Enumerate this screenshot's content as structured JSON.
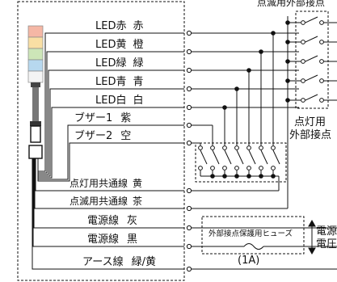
{
  "header": {
    "blink_contacts_label": "点滅用外部接点"
  },
  "wires": [
    {
      "name": "LED赤",
      "color": "赤"
    },
    {
      "name": "LED黄",
      "color": "橙"
    },
    {
      "name": "LED緑",
      "color": "緑"
    },
    {
      "name": "LED青",
      "color": "青"
    },
    {
      "name": "LED白",
      "color": "白"
    },
    {
      "name": "ブザー1",
      "color": "紫"
    },
    {
      "name": "ブザー2",
      "color": "空"
    }
  ],
  "common": [
    {
      "name": "点灯用共通線",
      "color": "黄"
    },
    {
      "name": "点滅用共通線",
      "color": "茶"
    }
  ],
  "power": [
    {
      "name": "電源線",
      "color": "灰"
    },
    {
      "name": "電源線",
      "color": "黒"
    },
    {
      "name": "アース線",
      "color": "緑/黄"
    }
  ],
  "lighting_contacts_label_line1": "点灯用",
  "lighting_contacts_label_line2": "外部接点",
  "fuse_label": "外部接点保護用ヒューズ",
  "fuse_rating": "(1A)",
  "supply_label_line1": "電源",
  "supply_label_line2": "電圧",
  "colors": {
    "lamp_red": "#f5b7a5",
    "lamp_orange": "#f9dfa4",
    "lamp_green": "#cde6b8",
    "lamp_blue": "#b7d8ef",
    "lamp_white": "#f4f4f4",
    "line": "#111111"
  }
}
